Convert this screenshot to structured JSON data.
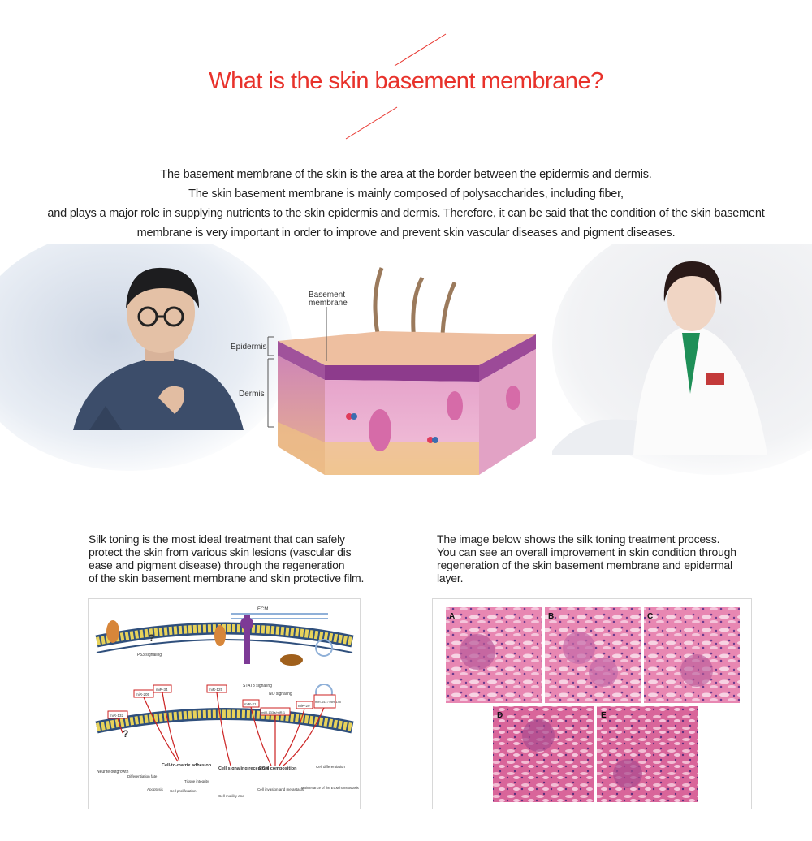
{
  "title": "What is the skin basement membrane?",
  "intro": {
    "lines": [
      "The basement membrane of the skin is the area at the border between the epidermis and dermis.",
      "The skin basement membrane is mainly composed of polysaccharides, including fiber,",
      "and plays a major role in supplying nutrients to the skin epidermis and dermis. Therefore, it can be said that the condition of the skin basement",
      "membrane is very important in order to improve and prevent skin vascular diseases and pigment diseases."
    ]
  },
  "skin_diagram": {
    "basement_label_1": "Basement",
    "basement_label_2": "membrane",
    "epidermis_label": "Epidermis",
    "dermis_label": "Dermis"
  },
  "left_column": {
    "lines": [
      "Silk toning is the most ideal treatment that can safely",
      "protect the skin from various skin lesions (vascular dis",
      "ease and pigment disease) through the regeneration",
      "of the skin basement membrane and skin protective film."
    ]
  },
  "right_column": {
    "lines": [
      "The image below shows the silk toning treatment process.",
      "You can see an overall improvement in skin condition through",
      "regeneration of the skin basement membrane and epidermal",
      "layer."
    ]
  },
  "pathway_diagram": {
    "ecm": "ECM",
    "p53": "P53 signaling",
    "stat3": "STAT3 signaling",
    "no": "NO signaling",
    "mir205": "miR-205",
    "mir34": "miR-34",
    "mir132": "miR-132",
    "mir125": "miR-125",
    "mir21": "miR-21",
    "mir29": "miR-29",
    "mir133": "miR-133a/miR-1",
    "mir145": "miR-143 / miR-145",
    "question": "?",
    "neurite": "Neurite outgrowth",
    "adhesion": "Cell-to-matrix adhesion",
    "diff_fate": "Differentiation fate",
    "tissue": "Tissue integrity",
    "apoptosis": "Apoptosis",
    "prolif": "Cell proliferation",
    "receptors": "Cell signaling receptors",
    "motility": "Cell motility and",
    "ecm_comp": "ECM composition",
    "cell_diff": "Cell differentiation",
    "invasion": "Cell invasion and metastasis",
    "homeostasis": "Maintenance of the ECM homeostasis"
  },
  "histology": {
    "labels": [
      "A",
      "B",
      "C",
      "D",
      "E"
    ]
  },
  "colors": {
    "accent": "#e8322b",
    "skin_pink": "#e9a9cf",
    "epidermis_purple": "#8d3b8c",
    "histology_pink": "#e07aa5"
  }
}
